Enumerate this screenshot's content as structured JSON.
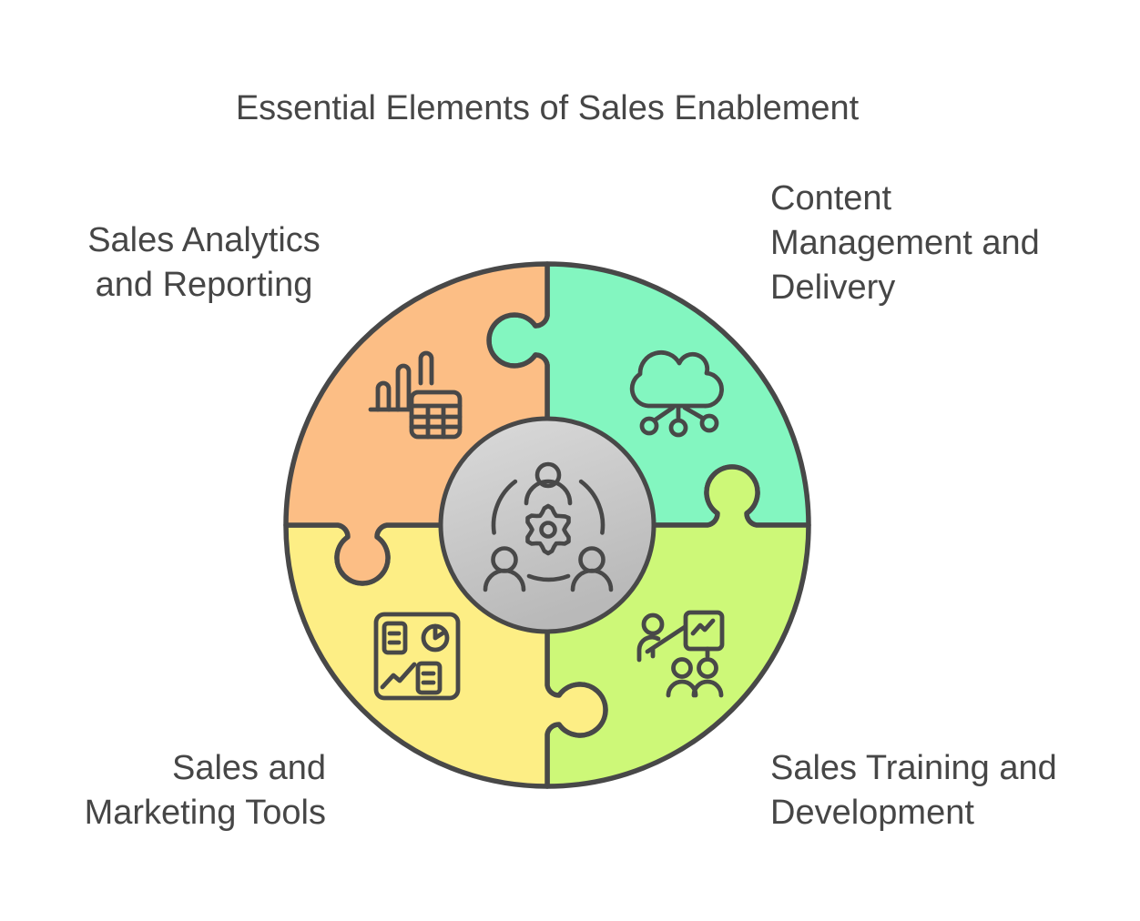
{
  "title": "Essential Elements of Sales Enablement",
  "colors": {
    "stroke": "#484848",
    "text": "#464646",
    "orange": "#FCBE85",
    "mint": "#83F6C0",
    "yellow": "#FDEE85",
    "lime": "#CDF878",
    "center_light": "#DBDBDB",
    "center_dark": "#B9B9B9"
  },
  "segments": [
    {
      "id": "analytics",
      "position": "top-left",
      "label": "Sales Analytics\nand Reporting",
      "color": "#FCBE85",
      "icon": "bar-chart-table-icon"
    },
    {
      "id": "content",
      "position": "top-right",
      "label": "Content\nManagement and\nDelivery",
      "color": "#83F6C0",
      "icon": "cloud-distribution-icon"
    },
    {
      "id": "tools",
      "position": "bottom-left",
      "label": "Sales and\nMarketing Tools",
      "color": "#FDEE85",
      "icon": "dashboard-reports-icon"
    },
    {
      "id": "training",
      "position": "bottom-right",
      "label": "Sales Training and\nDevelopment",
      "color": "#CDF878",
      "icon": "presentation-training-icon"
    }
  ],
  "center": {
    "icon": "team-collaboration-gear-icon"
  }
}
